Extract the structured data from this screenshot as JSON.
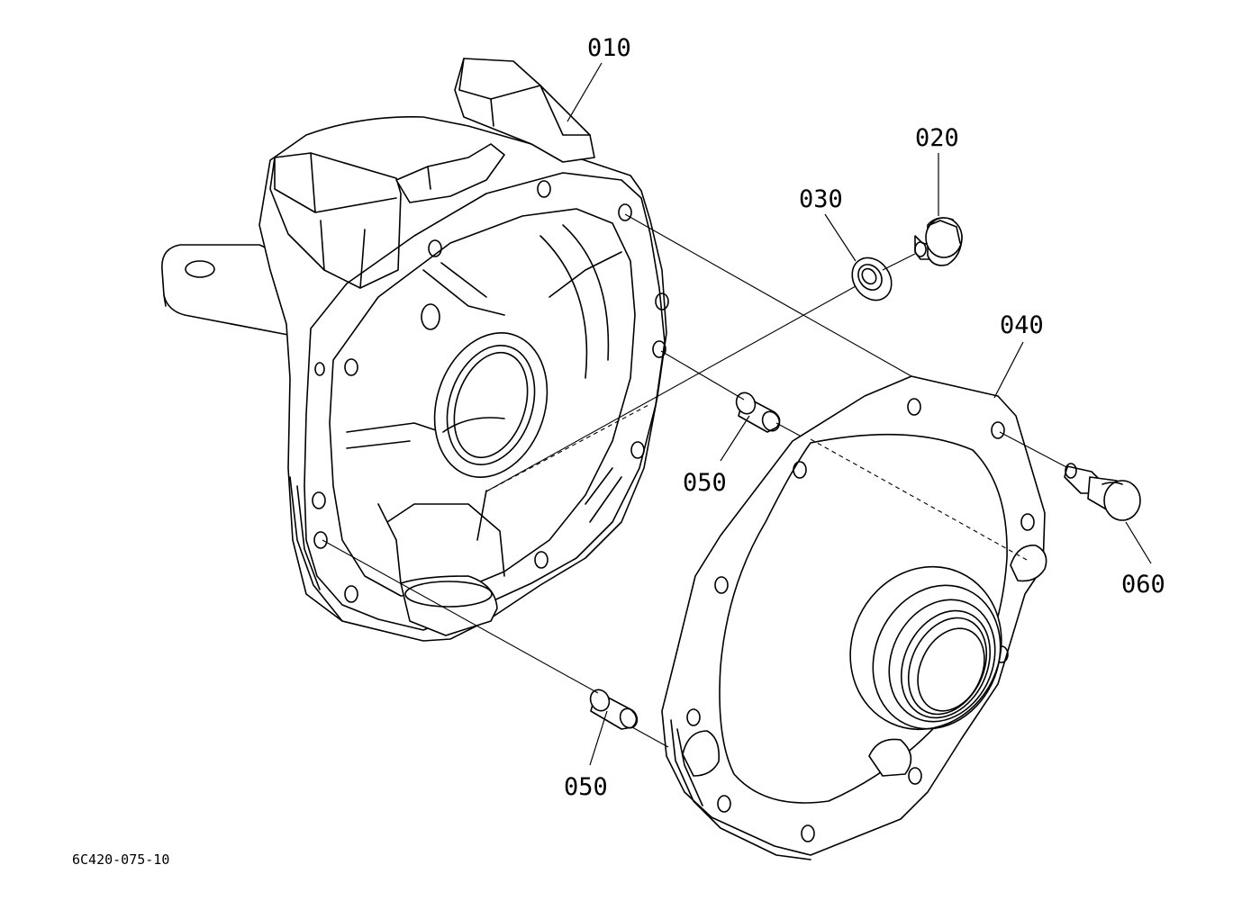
{
  "parts": [
    {
      "id": "010",
      "label": "010",
      "name": "housing"
    },
    {
      "id": "020",
      "label": "020",
      "name": "plug"
    },
    {
      "id": "030",
      "label": "030",
      "name": "washer"
    },
    {
      "id": "040",
      "label": "040",
      "name": "cover"
    },
    {
      "id": "050a",
      "label": "050",
      "name": "pin-upper"
    },
    {
      "id": "050b",
      "label": "050",
      "name": "pin-lower"
    },
    {
      "id": "060",
      "label": "060",
      "name": "plug-side"
    }
  ],
  "diagram_code": "6C420-075-10"
}
